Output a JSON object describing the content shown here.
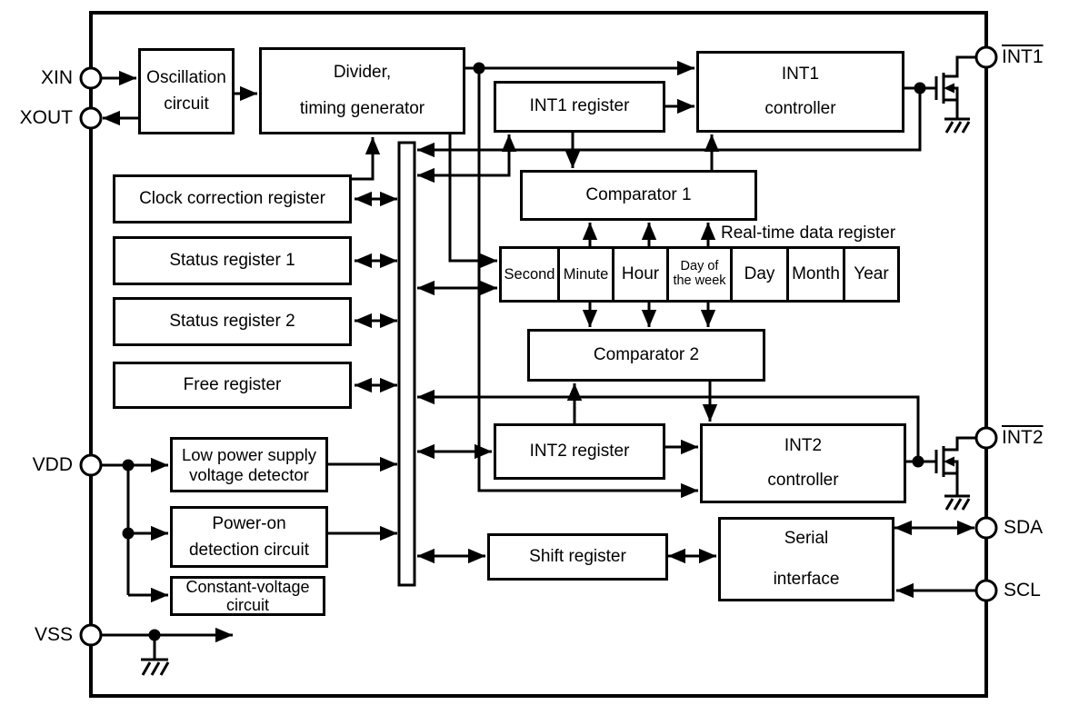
{
  "blocks": {
    "oscillation": "Oscillation\ncircuit",
    "divider": "Divider,\ntiming generator",
    "int1_register": "INT1 register",
    "int1_controller": "INT1\ncontroller",
    "comparator1": "Comparator 1",
    "comparator2": "Comparator 2",
    "int2_register": "INT2 register",
    "int2_controller": "INT2\ncontroller",
    "clock_correction": "Clock correction register",
    "status_register1": "Status register 1",
    "status_register2": "Status register 2",
    "free_register": "Free register",
    "low_power_detector": "Low power supply\nvoltage detector",
    "power_on_detection": "Power-on\ndetection circuit",
    "constant_voltage": "Constant-voltage\ncircuit",
    "shift_register": "Shift register",
    "serial_interface": "Serial\ninterface"
  },
  "rtc_register": {
    "label": "Real-time data register",
    "cells": [
      "Second",
      "Minute",
      "Hour",
      "Day of\nthe week",
      "Day",
      "Month",
      "Year"
    ]
  },
  "pins": {
    "xin": "XIN",
    "xout": "XOUT",
    "vdd": "VDD",
    "vss": "VSS",
    "int1": "INT1",
    "int2": "INT2",
    "sda": "SDA",
    "scl": "SCL"
  },
  "colors": {
    "line": "#000000",
    "background": "#ffffff"
  }
}
